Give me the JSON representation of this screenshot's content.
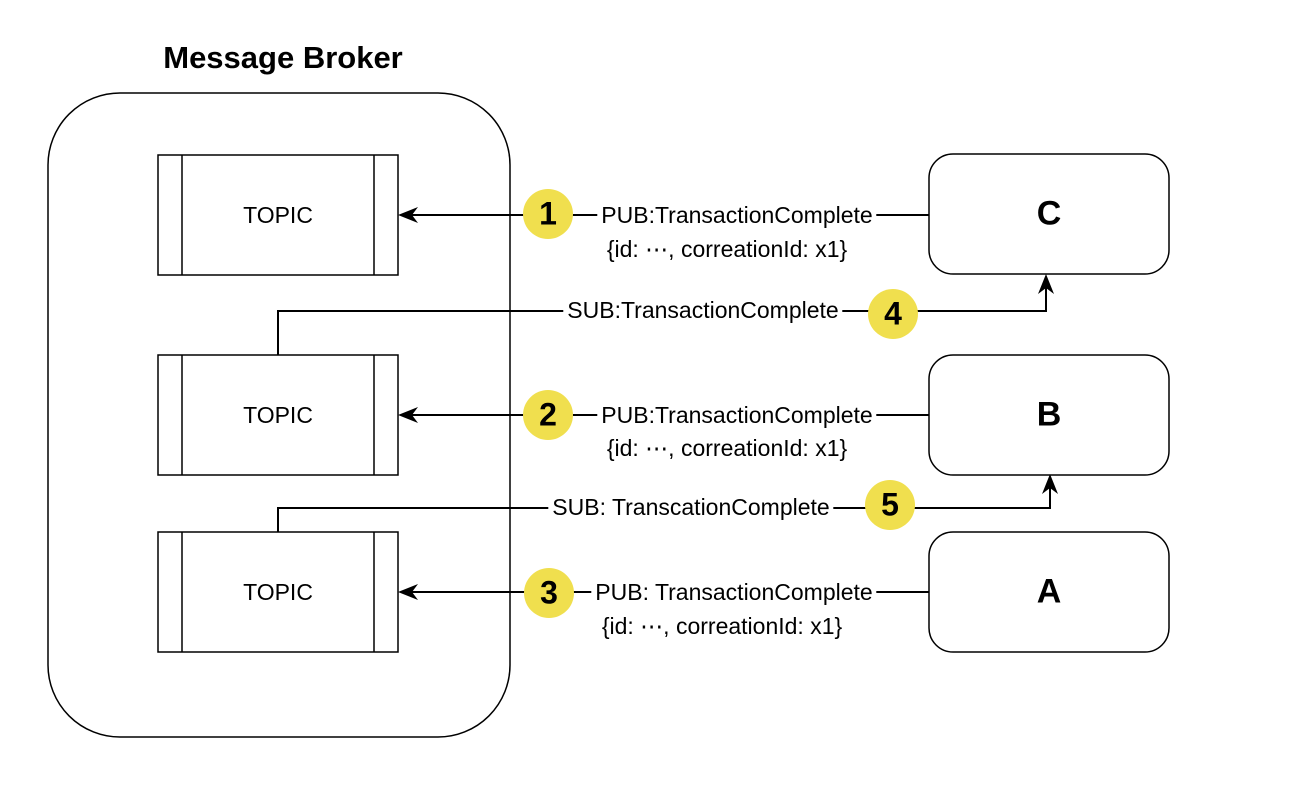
{
  "title": "Message Broker",
  "colors": {
    "background": "#FFFFFF",
    "line": "#000000",
    "step_circle_fill": "#F0DF4E"
  },
  "broker": {
    "topics": [
      {
        "label": "TOPIC"
      },
      {
        "label": "TOPIC"
      },
      {
        "label": "TOPIC"
      }
    ]
  },
  "services": [
    {
      "label": "C"
    },
    {
      "label": "B"
    },
    {
      "label": "A"
    }
  ],
  "messages": [
    {
      "step": "1",
      "type": "publish",
      "label": "PUB:TransactionComplete",
      "payload": "{id: ⋯, correationId: x1}",
      "from": "C",
      "to": "topic-1"
    },
    {
      "step": "2",
      "type": "publish",
      "label": "PUB:TransactionComplete",
      "payload": "{id: ⋯, correationId: x1}",
      "from": "B",
      "to": "topic-2"
    },
    {
      "step": "3",
      "type": "publish",
      "label": "PUB: TransactionComplete",
      "payload": "{id: ⋯, correationId: x1}",
      "from": "A",
      "to": "topic-3"
    },
    {
      "step": "4",
      "type": "subscribe",
      "label": "SUB:TransactionComplete",
      "from": "topic-2",
      "to": "C"
    },
    {
      "step": "5",
      "type": "subscribe",
      "label": "SUB: TranscationComplete",
      "from": "topic-3",
      "to": "B"
    }
  ]
}
